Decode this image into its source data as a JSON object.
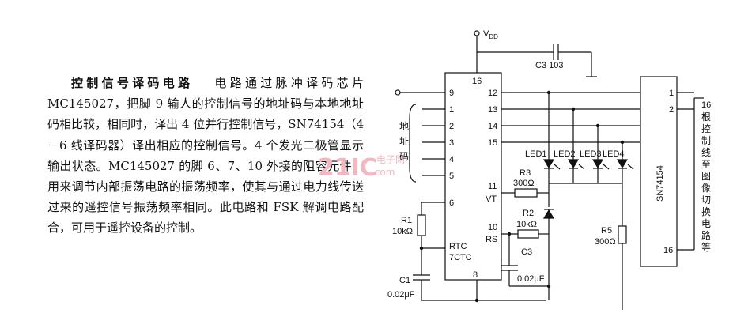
{
  "description": {
    "title": "控制信号译码电路",
    "body": "电路通过脉冲译码芯片MC145027，把脚 9 输人的控制信号的地址码与本地地址码相比较，相同时，译出 4 位并行控制信号，SN74154（4－6 线译码器）译出相应的控制信号。4 个发光二极管显示输出状态。MC145027 的脚 6、7、10 外接的阻容元件，用来调节内部振荡电路的振荡频率，使其与通过电力线传送过来的遥控信号振荡频率相同。此电路和 FSK 解调电路配合，可用于遥控设备的控制。"
  },
  "diagram": {
    "supply": "V",
    "supply_sub": "DD",
    "cap_top": "C3  103",
    "chip1": {
      "line1": "RTC",
      "line2": "7CTC"
    },
    "chip2": "SN74154",
    "address_label": [
      "地",
      "址",
      "码"
    ],
    "pins_left": [
      "9",
      "1",
      "2",
      "3",
      "4",
      "5",
      "6"
    ],
    "pins_right": [
      "12",
      "13",
      "14",
      "15",
      "11",
      "10"
    ],
    "pin_16": "16",
    "pin_8": "8",
    "pin_vt": "VT",
    "pin_rs": "RS",
    "leds": [
      "LED1",
      "LED2",
      "LED3",
      "LED4"
    ],
    "r3": {
      "name": "R3",
      "value": "300Ω"
    },
    "r2": {
      "name": "R2",
      "value": "10kΩ"
    },
    "r1": {
      "name": "R1",
      "value": "10kΩ"
    },
    "r5": {
      "name": "R5",
      "value": "300Ω"
    },
    "c3b": {
      "name": "C3",
      "value": "0.02μF"
    },
    "c1": {
      "name": "C1",
      "value": "0.02μF"
    },
    "sn_pins": [
      "1",
      "2",
      "16"
    ],
    "sn_out_pin16": "16",
    "output_label": [
      "根",
      "控",
      "制",
      "线",
      "至",
      "图",
      "像",
      "切",
      "换",
      "电",
      "路",
      "等"
    ],
    "watermark": "21IC",
    "watermark_small": "电子网",
    "watermark_url": ".com"
  }
}
